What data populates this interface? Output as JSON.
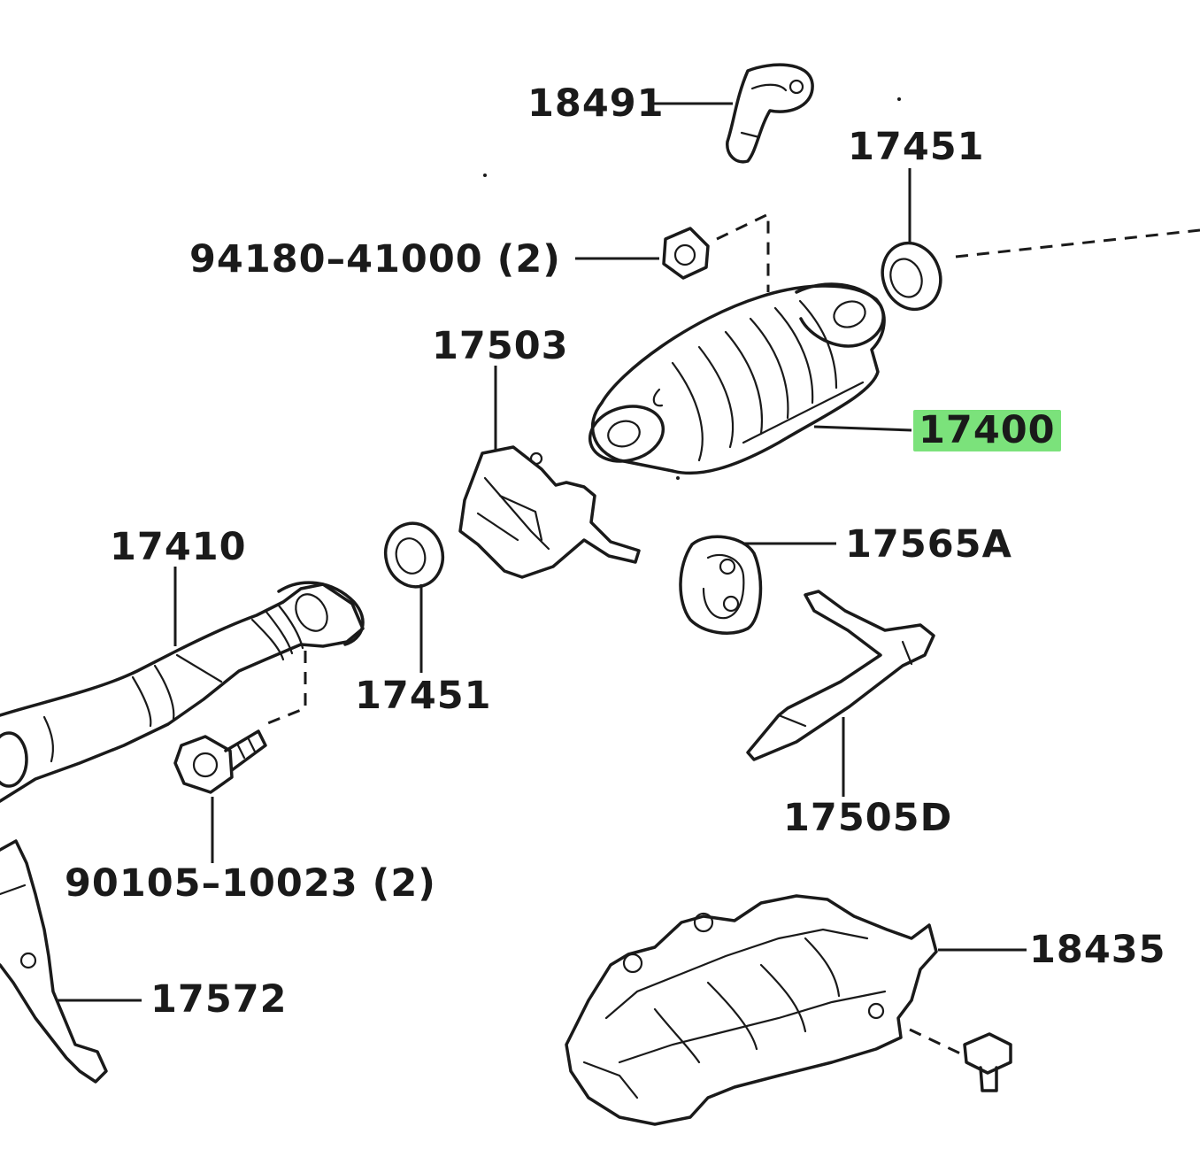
{
  "highlight_color": "#7be27b",
  "highlighted_part": "17400",
  "labels": {
    "p18491": "18491",
    "p17451_top": "17451",
    "p94180": "94180–41000 (2)",
    "p17503": "17503",
    "p17400": "17400",
    "p17410": "17410",
    "p17565a": "17565A",
    "p17451_mid": "17451",
    "p17505d": "17505D",
    "p90105": "90105–10023 (2)",
    "p18435": "18435",
    "p17572": "17572"
  },
  "icons": {
    "catalytic_converter": "catalytic-converter-icon",
    "front_pipe": "front-pipe-icon",
    "gasket": "gasket-icon",
    "bracket": "bracket-icon",
    "nut": "nut-icon",
    "bolt": "bolt-icon",
    "heat_insulator": "heat-insulator-icon",
    "hanger": "hanger-icon",
    "support": "support-icon",
    "clamp": "clamp-icon"
  }
}
